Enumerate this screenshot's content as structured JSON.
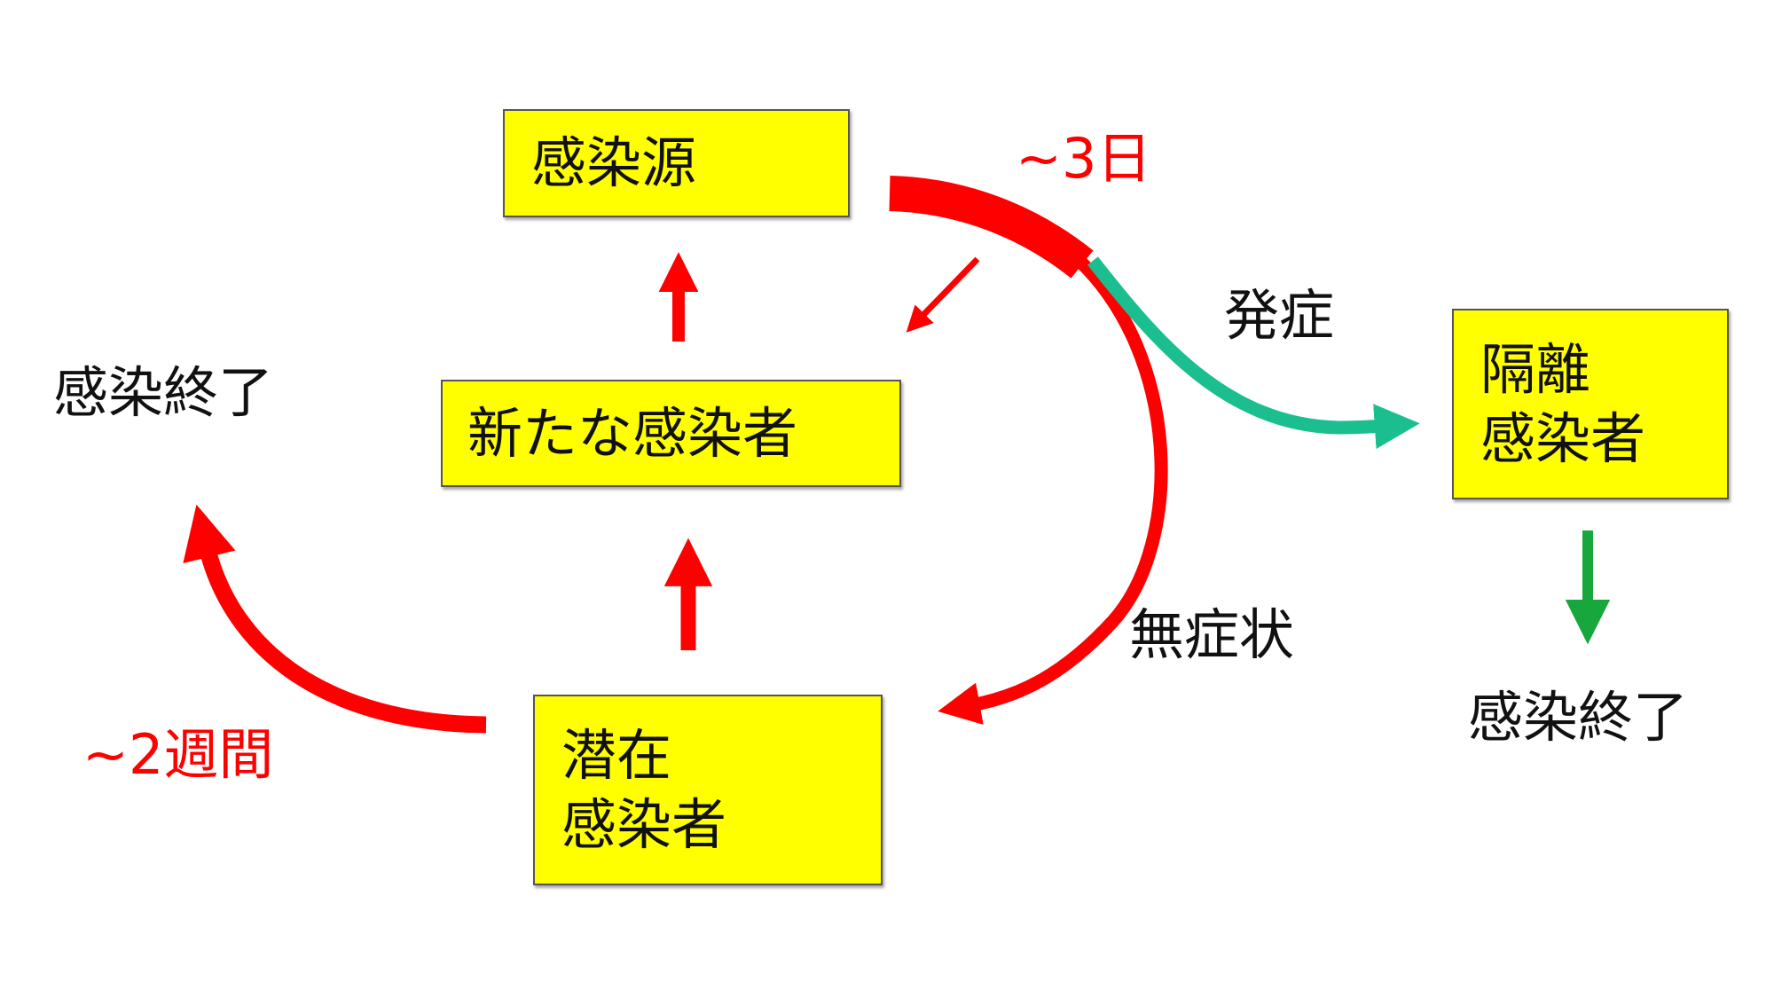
{
  "nodes": {
    "source": {
      "label": "感染源"
    },
    "new_infected": {
      "label": "新たな感染者"
    },
    "latent": {
      "lines": [
        "潜在",
        "感染者"
      ]
    },
    "isolated": {
      "lines": [
        "隔離",
        "感染者"
      ]
    }
  },
  "labels": {
    "end_left": "感染終了",
    "end_right": "感染終了",
    "three_days": "~3日",
    "two_weeks": "~2週間",
    "onset": "発症",
    "asymptomatic": "無症状"
  },
  "colors": {
    "box_fill": "#ffff00",
    "arrow_red": "#ff0000",
    "arrow_teal": "#1bbf8f",
    "arrow_green": "#17a73c"
  }
}
